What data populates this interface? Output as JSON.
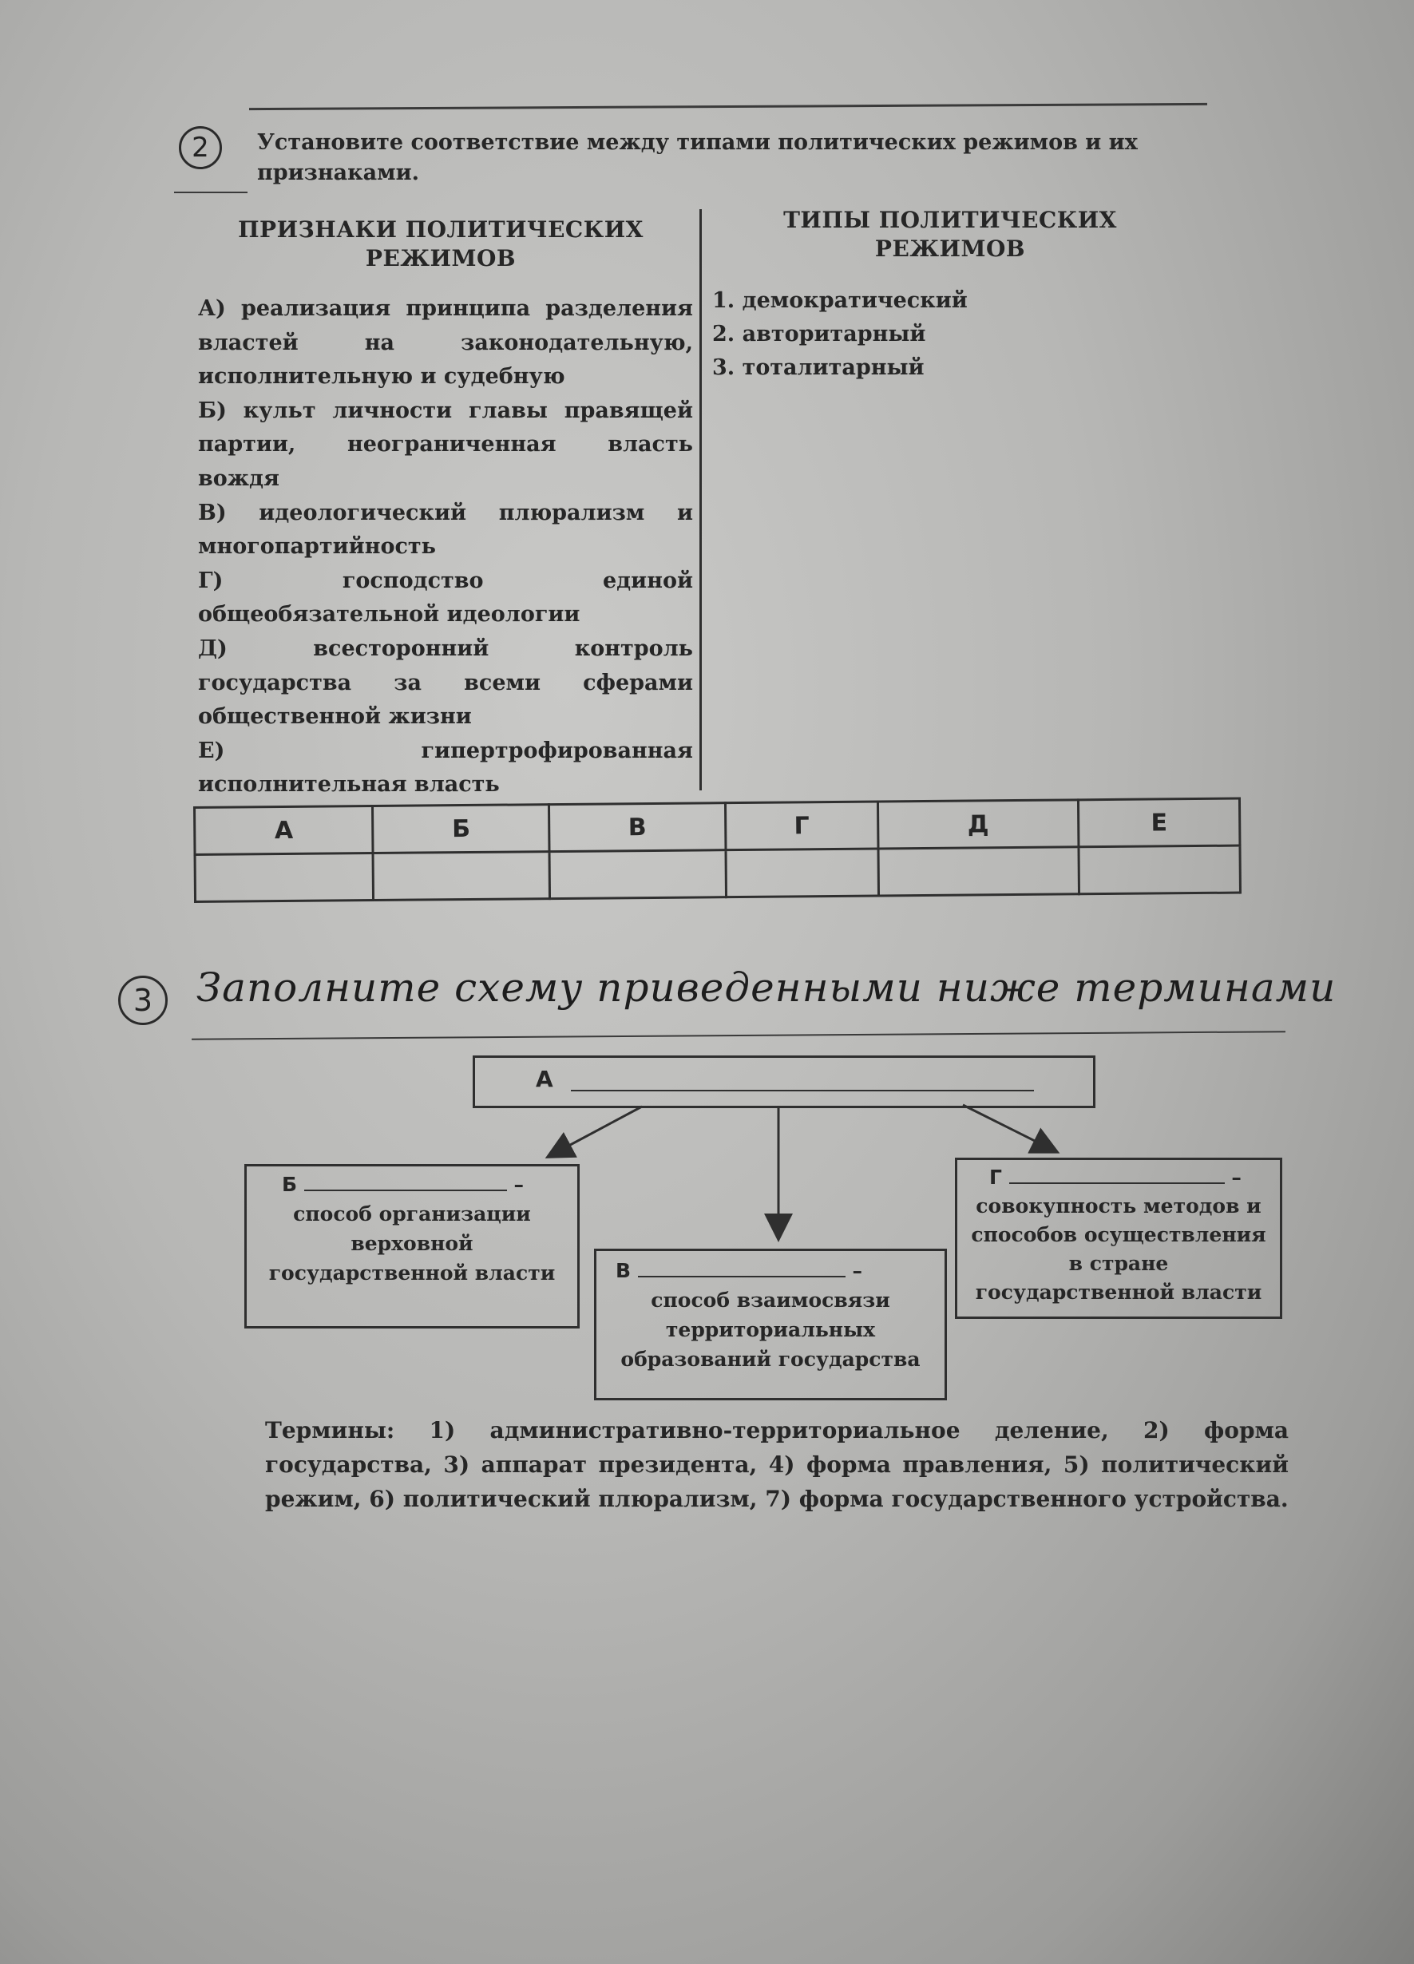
{
  "task2": {
    "number": "2",
    "instruction": "Установите соответствие между типами политических режимов и их признаками.",
    "left_header": "ПРИЗНАКИ ПОЛИТИЧЕСКИХ РЕЖИМОВ",
    "right_header": "ТИПЫ ПОЛИТИЧЕСКИХ РЕЖИМОВ",
    "criteria": [
      "А) реализация принципа разделения властей на законодательную, исполнительную и судебную",
      "Б) культ личности главы правящей партии, неограниченная власть вождя",
      "В) идеологический плюрализм и многопартийность",
      "Г) господство единой общеобязательной идеологии",
      "Д) всесторонний контроль государства за всеми сферами общественной жизни",
      "Е) гипертрофированная исполнительная власть"
    ],
    "types": [
      "1. демократический",
      "2. авторитарный",
      "3. тоталитарный"
    ],
    "table_headers": [
      "А",
      "Б",
      "В",
      "Г",
      "Д",
      "Е"
    ]
  },
  "task3": {
    "number": "3",
    "handwritten_title": "Заполните схему приведенными ниже терминами",
    "box_a": "А",
    "box_b_label": "Б",
    "box_b_text": "способ организации верховной государственной власти",
    "box_v_label": "В",
    "box_v_text": "способ взаимосвязи территориальных образований государства",
    "box_g_label": "Г",
    "box_g_text": "совокупность методов и способов осуществления в стране государственной власти",
    "dash": "–",
    "terms": "Термины: 1) административно-территориальное деление, 2) форма государства, 3) аппарат президента, 4) форма правления, 5) политический режим, 6) политический плюрализм, 7) форма государственного устройства."
  }
}
